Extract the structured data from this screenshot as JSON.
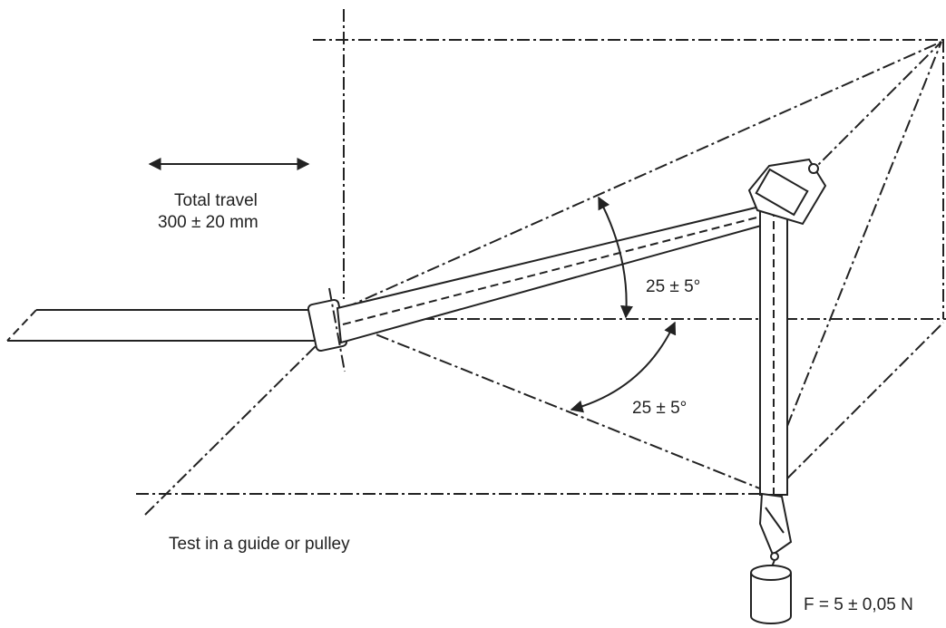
{
  "diagram": {
    "travel_label_line1": "Total travel",
    "travel_label_line2": "300 ± 20 mm",
    "angle_upper_label": "25 ± 5°",
    "angle_lower_label": "25 ± 5°",
    "guide_label": "Test in a guide or pulley",
    "force_label": "F = 5 ± 0,05 N",
    "line_color": "#222222"
  }
}
